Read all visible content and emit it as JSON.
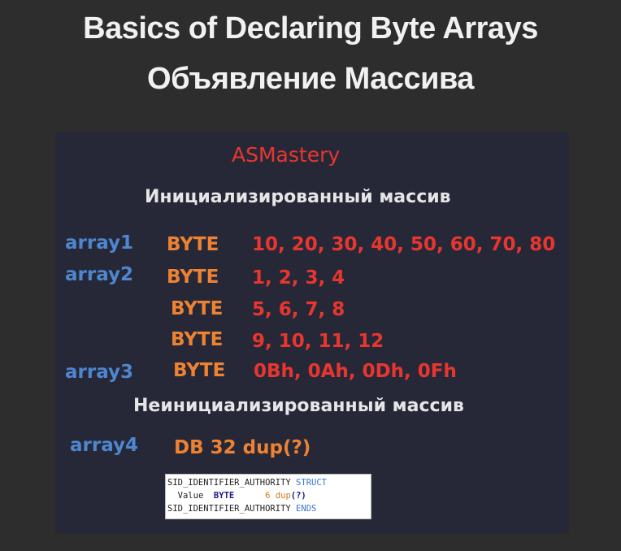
{
  "slide": {
    "title_line1": "Basics of Declaring Byte Arrays",
    "title_line2": "Объявление Массива"
  },
  "panel": {
    "brand": "ASMastery",
    "heading_initialized": "Инициализированный массив",
    "heading_uninitialized": "Неинициализированный массив",
    "rows": [
      {
        "label": "array1",
        "type": "BYTE",
        "values": "10, 20, 30, 40, 50, 60, 70, 80"
      },
      {
        "label": "array2",
        "type": "BYTE",
        "values": "1, 2, 3, 4"
      },
      {
        "label": "",
        "type": "BYTE",
        "values": "5, 6, 7, 8"
      },
      {
        "label": "",
        "type": "BYTE",
        "values": "9, 10, 11, 12"
      },
      {
        "label": "array3",
        "type": "BYTE",
        "values": "0Bh, 0Ah, 0Dh, 0Fh"
      }
    ],
    "uninit": {
      "label": "array4",
      "decl": "DB 32 dup(?)"
    }
  },
  "code": {
    "line1_name": "SID_IDENTIFIER_AUTHORITY",
    "line1_kw": "STRUCT",
    "line2_field": "Value",
    "line2_type": "BYTE",
    "line2_count": "6",
    "line2_dup": "dup",
    "line2_arg": "(?)",
    "line3_name": "SID_IDENTIFIER_AUTHORITY",
    "line3_kw": "ENDS"
  },
  "colors": {
    "background": "#2e2d2d",
    "panel": "#262838",
    "label_blue": "#4e86cf",
    "type_orange": "#ee8233",
    "value_red": "#e8362f"
  }
}
